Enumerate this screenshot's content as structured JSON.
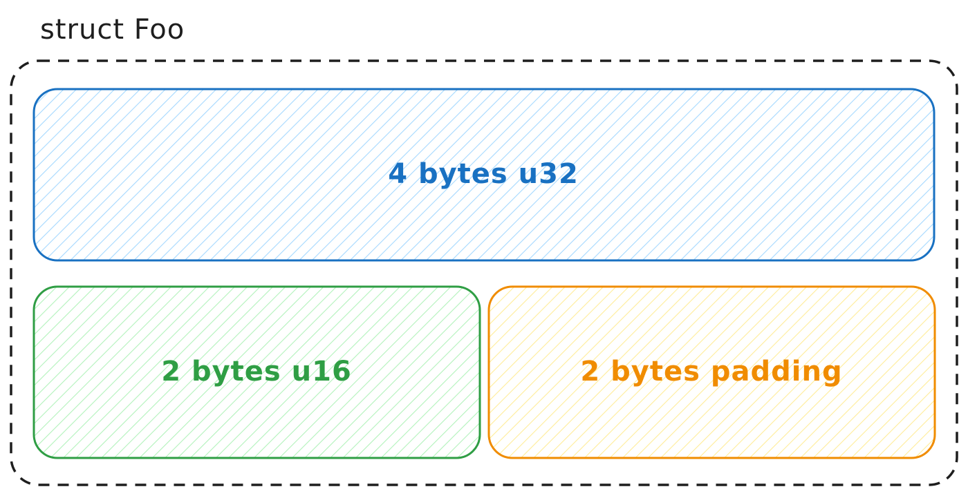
{
  "struct": {
    "title": "struct Foo",
    "border_color": "#1e1e1e"
  },
  "fields": [
    {
      "label": "4 bytes u32",
      "stroke": "#1971c2",
      "hatch": "#a5d8ff"
    },
    {
      "label": "2 bytes u16",
      "stroke": "#2f9e44",
      "hatch": "#b2f2bb"
    },
    {
      "label": "2 bytes padding",
      "stroke": "#f08c00",
      "hatch": "#ffec99"
    }
  ]
}
